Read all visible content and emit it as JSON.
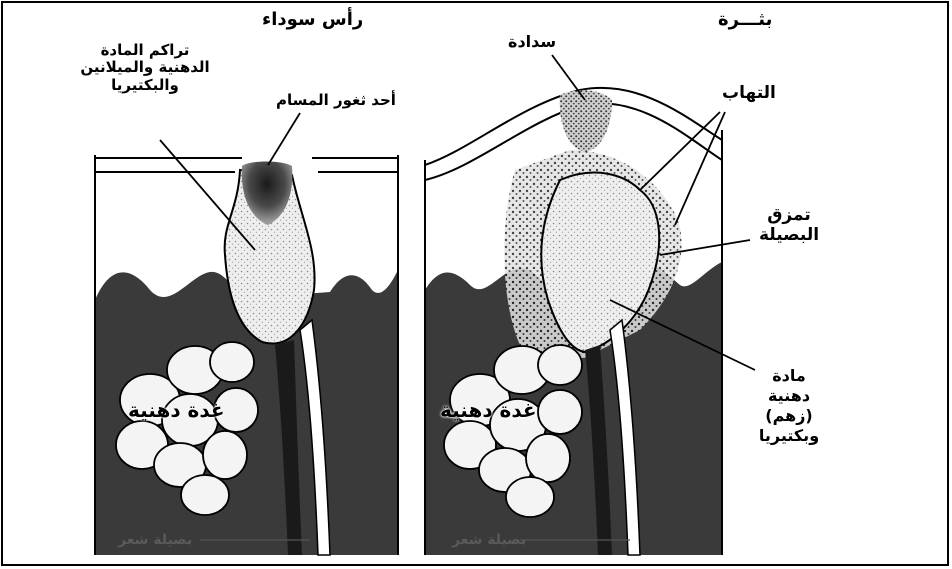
{
  "left_panel": {
    "title": "رأس سوداء",
    "accumulation_label": "تراكم المادة\nالدهنية والميلانين\nوالبكتيريا",
    "pore_label": "أحد ثغور المسام",
    "gland_label": "غدة دهنية",
    "follicle_label": "بصيلة شعر"
  },
  "right_panel": {
    "title": "بثـــرة",
    "plug_label": "سدادة",
    "inflammation_label": "التهاب",
    "rupture_label": "تمزق\nالبصيلة",
    "sebum_label": "مادة\nدهنية\n(زهم)\nوبكتيريا",
    "gland_label": "غدة دهنية",
    "follicle_label": "بصيلة شعر"
  }
}
